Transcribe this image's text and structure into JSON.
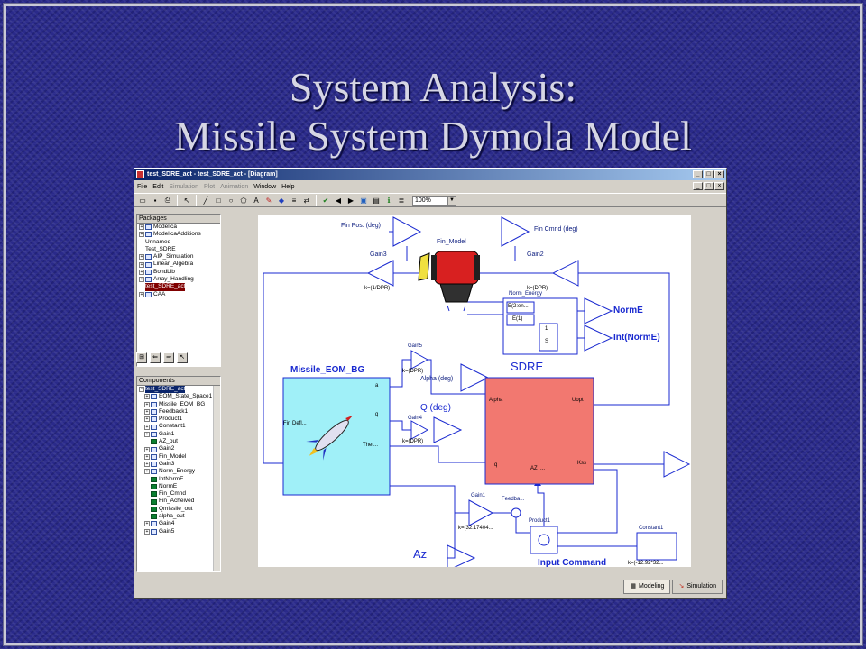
{
  "slide": {
    "title_line1": "System Analysis:",
    "title_line2": "Missile System Dymola Model"
  },
  "window": {
    "title": "test_SDRE_act - test_SDRE_act - [Diagram]",
    "min": "_",
    "max": "□",
    "close": "×"
  },
  "menu": [
    "File",
    "Edit",
    "Simulation",
    "Plot",
    "Animation",
    "Window",
    "Help"
  ],
  "toolbar": {
    "zoom_value": "100%"
  },
  "packages": {
    "header": "Packages",
    "items": [
      {
        "label": "Modelica",
        "exp": "+"
      },
      {
        "label": "ModelicaAdditions",
        "exp": "+"
      },
      {
        "label": "Unnamed",
        "exp": ""
      },
      {
        "label": "Test_SDRE",
        "exp": ""
      },
      {
        "label": "AIP_Simulation",
        "exp": "+"
      },
      {
        "label": "Linear_Algebra",
        "exp": "+"
      },
      {
        "label": "BondLib",
        "exp": "+"
      },
      {
        "label": "Array_Handling",
        "exp": "+"
      },
      {
        "label": "test_SDRE_act",
        "exp": "",
        "selected": true
      },
      {
        "label": "CAA",
        "exp": "+"
      }
    ]
  },
  "components": {
    "header": "Components",
    "root": "test_SDRE_act",
    "items": [
      {
        "label": "EOM_State_Space1",
        "exp": "+"
      },
      {
        "label": "Missile_EOM_BG",
        "exp": "+"
      },
      {
        "label": "Feedback1",
        "exp": "+"
      },
      {
        "label": "Product1",
        "exp": "+"
      },
      {
        "label": "Constant1",
        "exp": "+"
      },
      {
        "label": "Gain1",
        "exp": "+"
      },
      {
        "label": "AZ_out",
        "exp": "",
        "green": true
      },
      {
        "label": "Gain2",
        "exp": "+"
      },
      {
        "label": "Fin_Model",
        "exp": "+"
      },
      {
        "label": "Gain3",
        "exp": "+"
      },
      {
        "label": "Norm_Energy",
        "exp": "+"
      },
      {
        "label": "IntNormE",
        "exp": "",
        "green": true
      },
      {
        "label": "NormE",
        "exp": "",
        "green": true
      },
      {
        "label": "Fin_Cmnd",
        "exp": "",
        "green": true
      },
      {
        "label": "Fin_Acheived",
        "exp": "",
        "green": true
      },
      {
        "label": "Qmissile_out",
        "exp": "",
        "green": true
      },
      {
        "label": "alpha_out",
        "exp": "",
        "green": true
      },
      {
        "label": "Gain4",
        "exp": "+"
      },
      {
        "label": "Gain5",
        "exp": "+"
      }
    ]
  },
  "diagram": {
    "fin_pos": "Fin Pos. (deg)",
    "fin_cmnd": "Fin Cmnd (deg)",
    "fin_model": "Fin_Model",
    "gain3": "Gain3",
    "gain3_k": "k=(1/DPR)",
    "gain2": "Gain2",
    "gain2_k": "k=(DPR)",
    "norm_energy": "Norm_Energy",
    "ne_e1": "E(2:en...",
    "ne_e2": "E(1)",
    "ne_int1": "1",
    "ne_int2": "S",
    "norme": "NormE",
    "intnorme": "Int(NormE)",
    "missile_eom": "Missile_EOM_BG",
    "gain5": "Gain5",
    "gain5_k": "k=(DPR)",
    "alpha_deg": "Alpha (deg)",
    "sdre": "SDRE",
    "sdre_alpha": "Alpha",
    "sdre_uopt": "Uopt",
    "sdre_q": "q",
    "sdre_kss": "Kss",
    "sdre_az": "AZ_...",
    "q_deg": "Q (deg)",
    "gain4": "Gain4",
    "gain4_k": "k=(DPR)",
    "eom_fin": "Fin Defl...",
    "eom_a": "a",
    "eom_q": "q",
    "eom_theta": "Thet...",
    "gain1": "Gain1",
    "gain1_k": "k=(32.17404...",
    "feedback": "Feedba...",
    "product": "Product1",
    "constant": "Constant1",
    "constant_k": "k=(-12.92*32...",
    "az": "Az",
    "input_command": "Input Command"
  },
  "tabs": {
    "modeling": "Modeling",
    "simulation": "Simulation"
  }
}
